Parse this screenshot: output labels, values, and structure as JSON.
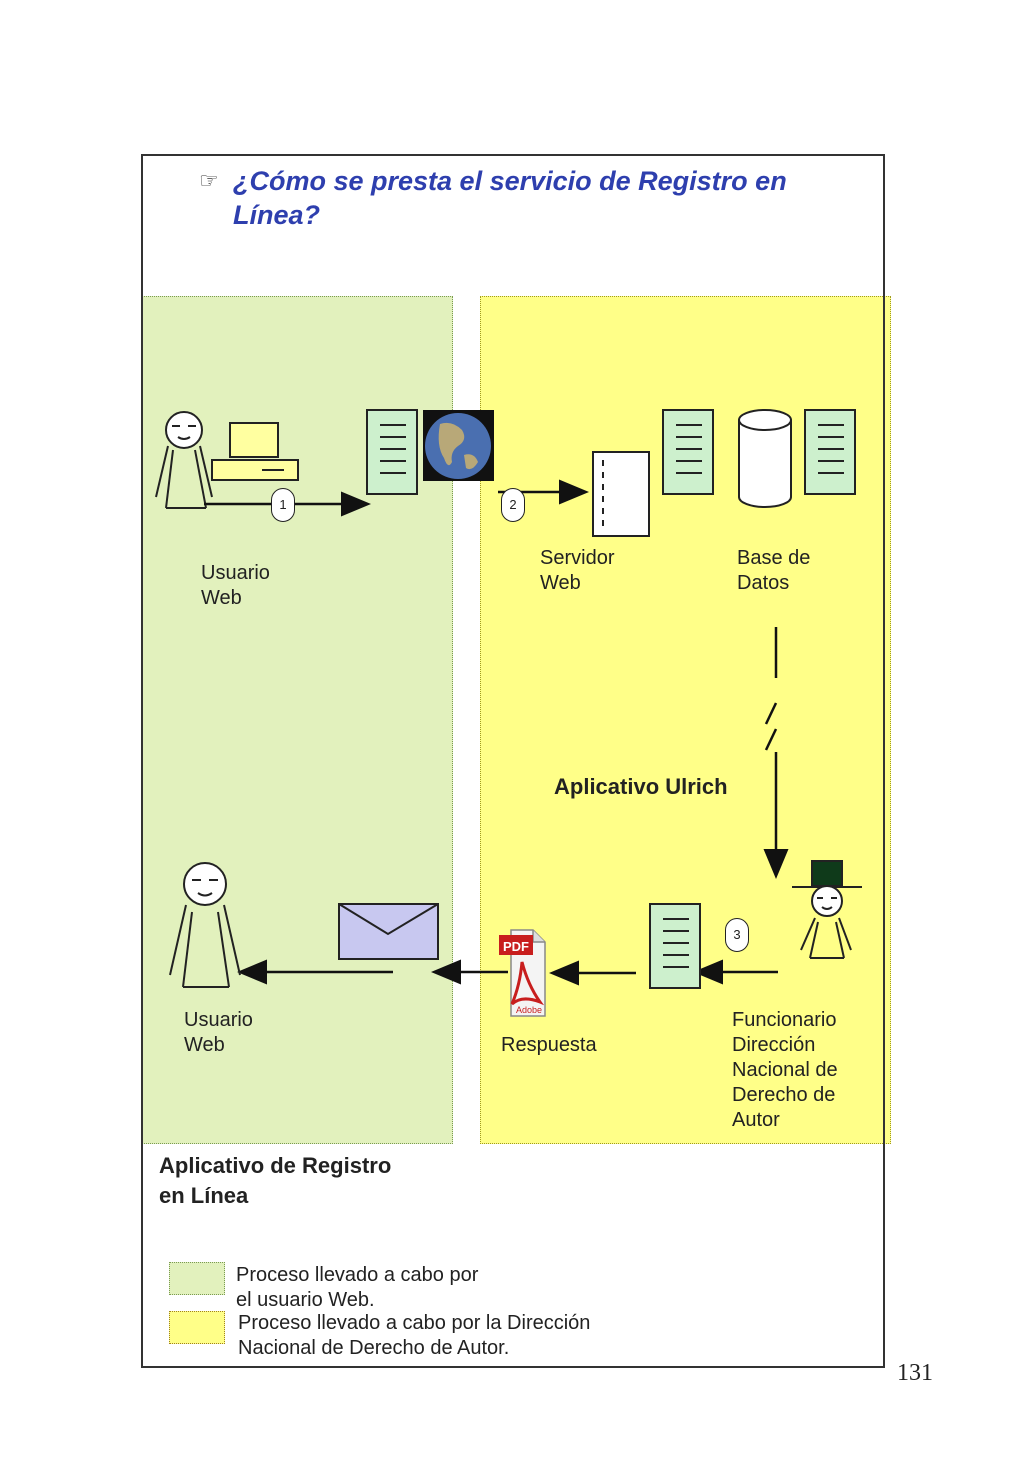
{
  "title": "¿Cómo se presta el servicio de Registro en Línea?",
  "title_icon": "pointing-hand-icon",
  "steps": [
    "1",
    "2",
    "3"
  ],
  "labels": {
    "usuario_web_top": [
      "Usuario",
      "Web"
    ],
    "servidor_web": [
      "Servidor",
      "Web"
    ],
    "base_datos": [
      "Base de",
      "Datos"
    ],
    "aplicativo_ulrich": "Aplicativo Ulrich",
    "usuario_web_bottom": [
      "Usuario",
      "Web"
    ],
    "respuesta": "Respuesta",
    "funcionario": [
      "Funcionario",
      "Dirección",
      "Nacional de",
      "Derecho de",
      "Autor"
    ],
    "aplicativo_registro": [
      "Aplicativo de Registro",
      "en Línea"
    ]
  },
  "icons": {
    "pdf_label": "PDF",
    "adobe_label": "Adobe"
  },
  "legend": [
    {
      "color": "#e2f1bd",
      "lines": [
        "Proceso llevado a cabo por",
        "el usuario Web."
      ]
    },
    {
      "color": "#ffff88",
      "lines": [
        "Proceso llevado a cabo por la Dirección",
        "Nacional de Derecho de Autor."
      ]
    }
  ],
  "page_number": "131",
  "colors": {
    "title": "#2e3fae",
    "user_zone": "#e2f1bd",
    "dnda_zone": "#ffff88",
    "document": "#cdf0cd",
    "monitor": "#ffffa0",
    "envelope": "#c8c8f0"
  }
}
